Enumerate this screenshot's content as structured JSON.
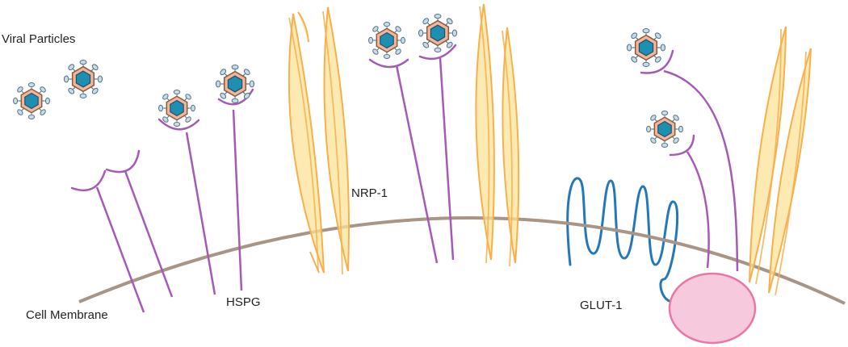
{
  "labels": {
    "viral_particles": "Viral Particles",
    "cell_membrane": "Cell Membrane",
    "hspg": "HSPG",
    "nrp1": "NRP-1",
    "glut1": "GLUT-1"
  },
  "colors": {
    "membrane": "#a89585",
    "receptor": "#a45bb4",
    "glut_coil": "#2478b8",
    "glut_body_fill": "#f7c9dc",
    "glut_body_stroke": "#e877a8",
    "spindle_fill": "#fce39a",
    "spindle_stroke": "#f6b04c",
    "virus_core": "#1e8fb0",
    "virus_core_stroke": "#1a4f70",
    "virus_shell": "#f2b59a",
    "virus_shell_stroke": "#8a5a3c",
    "virus_spike": "#c9dbe6",
    "virus_spike_stroke": "#4b6f86",
    "text": "#231f20"
  }
}
